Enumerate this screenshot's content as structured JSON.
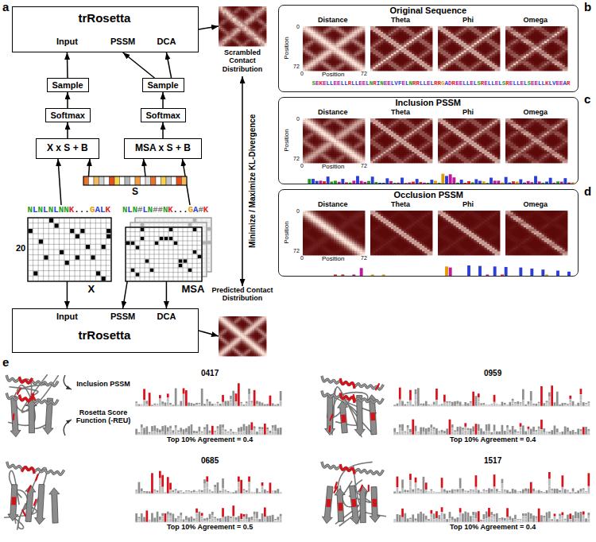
{
  "diagram": {
    "nodes": [
      {
        "text": [
          "trRosetta",
          "Input",
          "PSSM",
          "DCA"
        ]
      },
      {
        "text": [
          "Scrambled Contact Distribution"
        ]
      },
      {
        "text": [
          "Sample"
        ]
      },
      {
        "text": [
          "Sample"
        ]
      },
      {
        "text": [
          "Softmax"
        ]
      },
      {
        "text": [
          "Softmax"
        ]
      },
      {
        "text": [
          "X x S + B"
        ]
      },
      {
        "text": [
          "MSA x S + B"
        ]
      },
      {
        "text": [
          "S"
        ]
      },
      {
        "text": [
          "NLNLNLNNK...GALK",
          "20",
          "X"
        ]
      },
      {
        "text": [
          "NLN#LN##NK...GA#K",
          "MSA"
        ]
      },
      {
        "text": [
          "Input",
          "PSSM",
          "DCA",
          "trRosetta"
        ]
      },
      {
        "text": [
          "Predicted Contact Distribution"
        ]
      },
      {
        "text": [
          "Original Sequence",
          "Distance",
          "Theta",
          "Phi",
          "Omega",
          "Position",
          "0",
          "72",
          "0",
          "Position",
          "72",
          "SEKELLEELLRLLEELNRINEELVFELNRRLLELRRGADREELLELSRELLELSRELLELSEELLKLVEEAR"
        ]
      },
      {
        "text": [
          "Inclusion PSSM",
          "Distance",
          "Theta",
          "Phi",
          "Omega",
          "Position",
          "0",
          "72",
          "0",
          "Position",
          "72"
        ]
      },
      {
        "text": [
          "Occlusion PSSM",
          "Distance",
          "Theta",
          "Phi",
          "Omega",
          "Position",
          "0",
          "72",
          "0",
          "Position",
          "72"
        ]
      }
    ],
    "edges": [
      {
        "from": 2,
        "to": 0,
        "arrow": "to"
      },
      {
        "from": 3,
        "to": 0,
        "arrow": "to"
      },
      {
        "from": 3,
        "to": 0,
        "arrow": "to"
      },
      {
        "from": 4,
        "to": 2,
        "arrow": "to"
      },
      {
        "from": 5,
        "to": 3,
        "arrow": "to"
      },
      {
        "from": 6,
        "to": 4,
        "arrow": "to"
      },
      {
        "from": 7,
        "to": 5,
        "arrow": "to"
      },
      {
        "from": 8,
        "to": 6,
        "arrow": "to"
      },
      {
        "from": 8,
        "to": 7,
        "arrow": "to"
      },
      {
        "from": 9,
        "to": 6,
        "arrow": "to"
      },
      {
        "from": 10,
        "to": 7,
        "arrow": "to"
      },
      {
        "from": 9,
        "to": 11,
        "arrow": "to"
      },
      {
        "from": 10,
        "to": 11,
        "arrow": "to"
      },
      {
        "from": 10,
        "to": 11,
        "arrow": "to"
      },
      {
        "from": 0,
        "to": 1,
        "arrow": "to"
      },
      {
        "from": 11,
        "to": 12,
        "arrow": "to"
      },
      {
        "from": 1,
        "to": 12,
        "arrow": "both",
        "label": "Minimize / Maximize KL-Divergence"
      }
    ],
    "labels": [
      "a",
      "b",
      "c",
      "d",
      "e",
      "Inclusion PSSM",
      "Rosetta Score Function (-REU)",
      "0417",
      "Top 10% Agreement = 0.4",
      "0959",
      "Top 10% Agreement = 0.4",
      "0685",
      "Top 10% Agreement = 0.5",
      "1517",
      "Top 10% Agreement = 0.4"
    ]
  }
}
